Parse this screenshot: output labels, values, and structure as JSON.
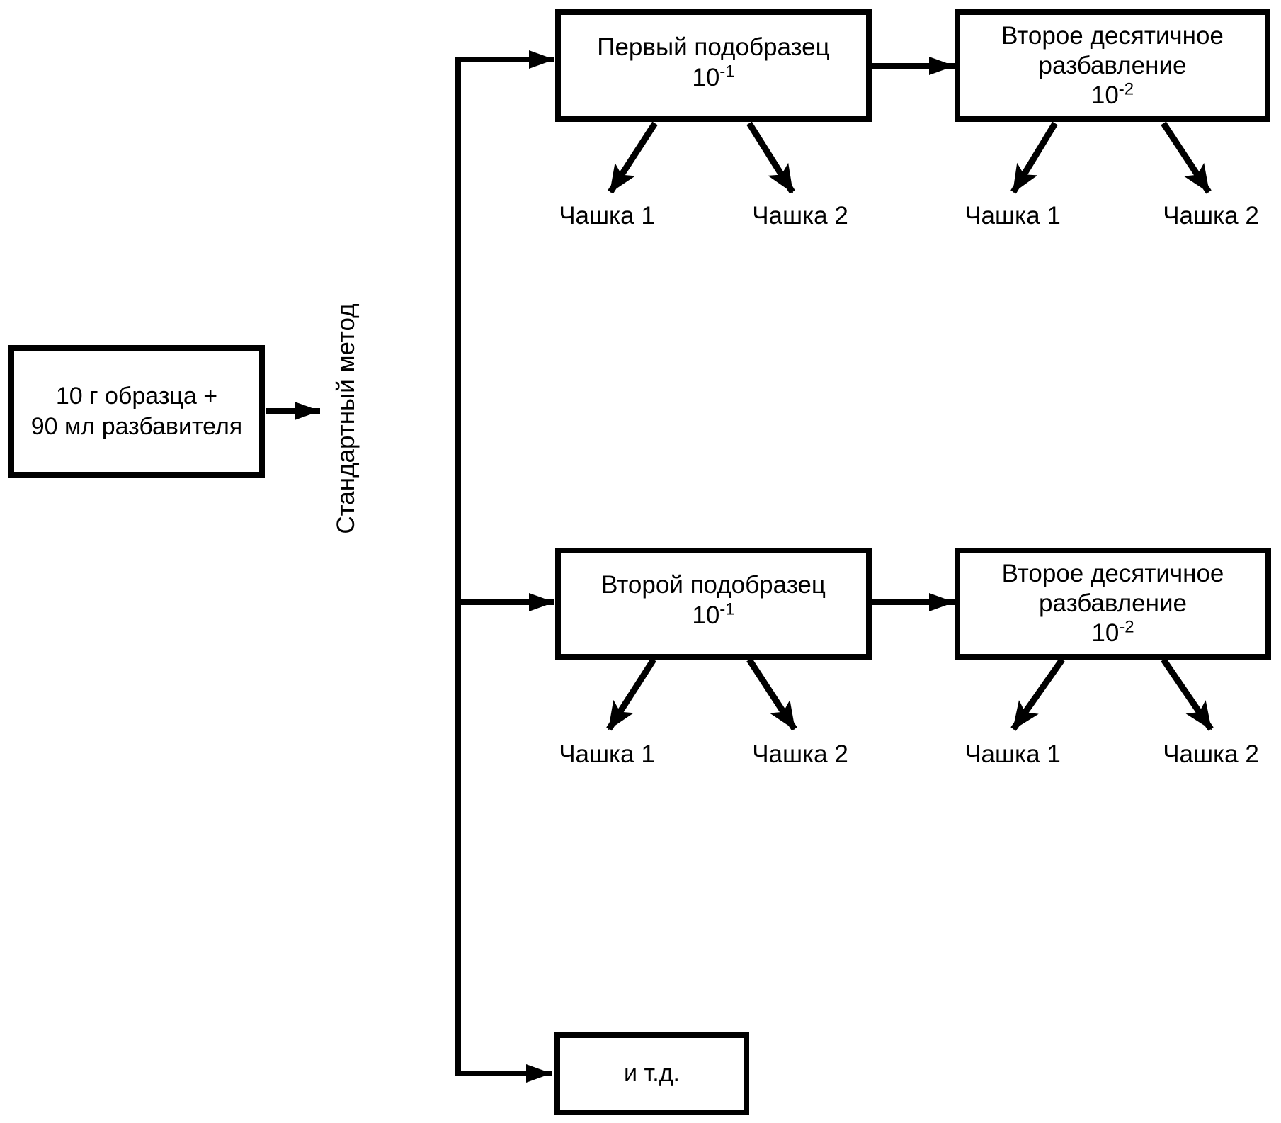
{
  "diagram": {
    "colors": {
      "line": "#000000",
      "background": "#ffffff",
      "text": "#000000"
    },
    "source_box": {
      "line1": "10 г образца +",
      "line2": "90 мл разбавителя"
    },
    "method_label": "Стандартный метод",
    "row1": {
      "subsample_box": {
        "title": "Первый подобразец",
        "dilution_base": "10",
        "dilution_exponent": "-1"
      },
      "dilution_box": {
        "line1": "Второе десятичное",
        "line2": "разбавление",
        "dilution_base": "10",
        "dilution_exponent": "-2"
      },
      "subsample_plate1": "Чашка 1",
      "subsample_plate2": "Чашка 2",
      "dilution_plate1": "Чашка 1",
      "dilution_plate2": "Чашка 2"
    },
    "row2": {
      "subsample_box": {
        "title": "Второй подобразец",
        "dilution_base": "10",
        "dilution_exponent": "-1"
      },
      "dilution_box": {
        "line1": "Второе десятичное",
        "line2": "разбавление",
        "dilution_base": "10",
        "dilution_exponent": "-2"
      },
      "subsample_plate1": "Чашка 1",
      "subsample_plate2": "Чашка 2",
      "dilution_plate1": "Чашка 1",
      "dilution_plate2": "Чашка 2"
    },
    "etc_box": {
      "label": "и т.д."
    }
  }
}
